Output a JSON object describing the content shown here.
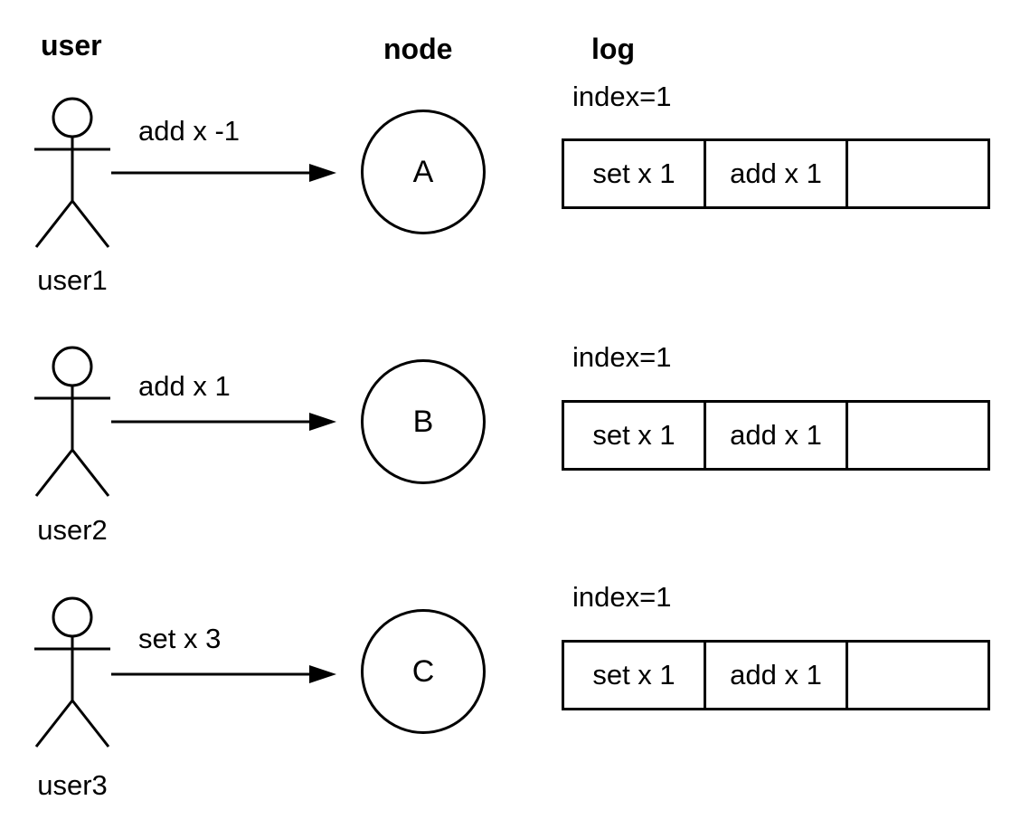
{
  "headers": {
    "user": "user",
    "node": "node",
    "log": "log"
  },
  "rows": [
    {
      "user_label": "user1",
      "message": "add x -1",
      "node_label": "A",
      "log": {
        "index_label": "index=1",
        "entries": [
          "set x 1",
          "add x 1",
          ""
        ]
      }
    },
    {
      "user_label": "user2",
      "message": "add x 1",
      "node_label": "B",
      "log": {
        "index_label": "index=1",
        "entries": [
          "set x 1",
          "add x 1",
          ""
        ]
      }
    },
    {
      "user_label": "user3",
      "message": "set x 3",
      "node_label": "C",
      "log": {
        "index_label": "index=1",
        "entries": [
          "set x 1",
          "add x 1",
          ""
        ]
      }
    }
  ],
  "colors": {
    "stroke": "#000000",
    "background": "#ffffff"
  }
}
